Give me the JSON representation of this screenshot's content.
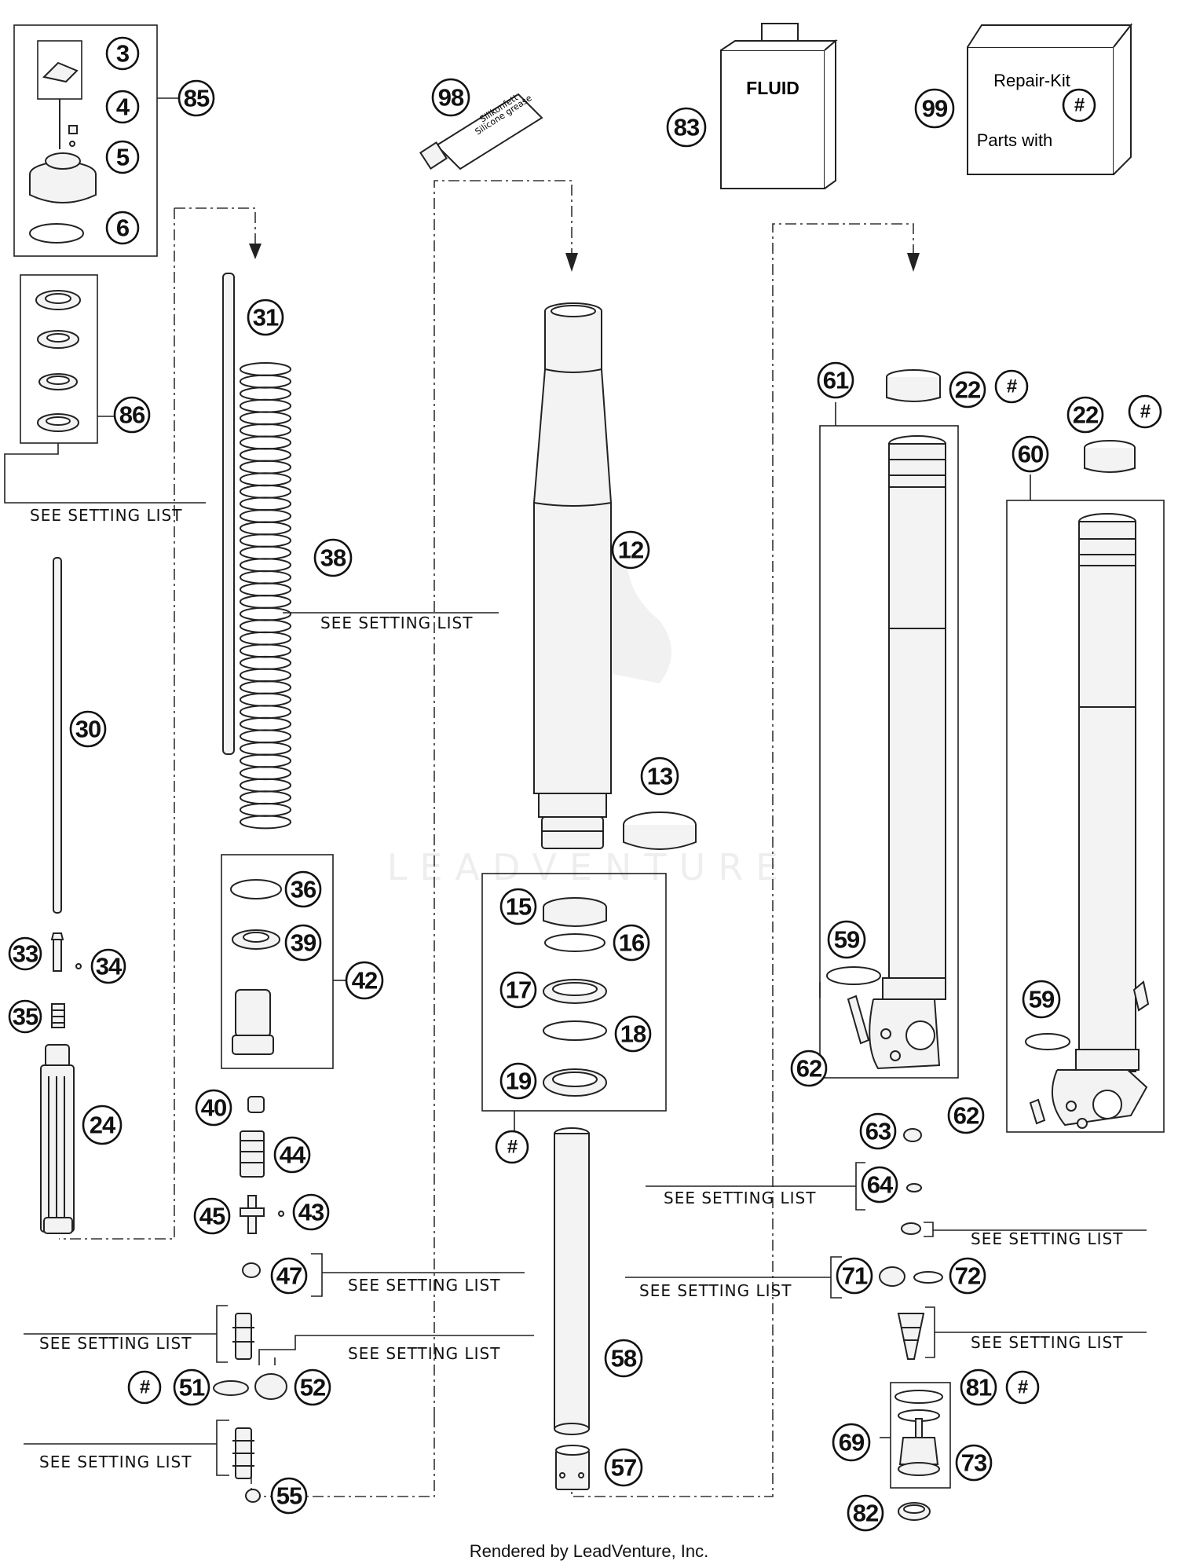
{
  "callouts": {
    "c3": "3",
    "c4": "4",
    "c5": "5",
    "c6": "6",
    "c85": "85",
    "c86": "86",
    "c98": "98",
    "c83": "83",
    "c99": "99",
    "c31": "31",
    "c38": "38",
    "c30": "30",
    "c12": "12",
    "c13": "13",
    "c61": "61",
    "c60": "60",
    "c22a": "22",
    "c22b": "22",
    "c15": "15",
    "c16": "16",
    "c17": "17",
    "c18": "18",
    "c19": "19",
    "c36": "36",
    "c39": "39",
    "c42": "42",
    "c33": "33",
    "c34": "34",
    "c35": "35",
    "c24": "24",
    "c40": "40",
    "c44": "44",
    "c45": "45",
    "c43": "43",
    "c47": "47",
    "c51": "51",
    "c52": "52",
    "c55": "55",
    "c58": "58",
    "c57": "57",
    "c59a": "59",
    "c59b": "59",
    "c62a": "62",
    "c62b": "62",
    "c63": "63",
    "c64": "64",
    "c71": "71",
    "c72": "72",
    "c81": "81",
    "c69": "69",
    "c73": "73",
    "c82": "82"
  },
  "hash_symbol": "#",
  "setting_list_label": "SEE SETTING LIST",
  "products": {
    "fluid_label": "FLUID",
    "repair_kit_line1": "Repair-Kit",
    "repair_kit_line2": "Parts with",
    "grease_line1": "Silikonfett",
    "grease_line2": "Silicone grease"
  },
  "watermark": "LEADVENTURE",
  "footer": "Rendered by LeadVenture, Inc."
}
